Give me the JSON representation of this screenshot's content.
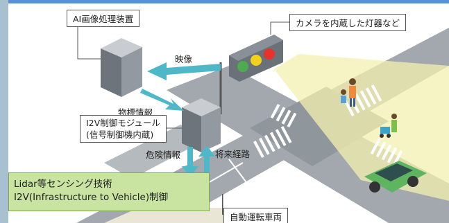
{
  "labels": {
    "ai_device": "AI画像処理装置",
    "camera_light": "カメラを内蔵した灯器など",
    "video": "映像",
    "object_info": "物標情報",
    "i2v_module": "I2V制御モジュール",
    "signal_controller": "(信号制御機内蔵)",
    "danger_info": "危険情報",
    "future_path": "将来経路",
    "autonomous_vehicle": "自動運転車両"
  },
  "callout": {
    "line1": "Lidar等センシング技術",
    "line2": "I2V(Infrastructure to Vehicle)制御"
  },
  "colors": {
    "frame_border_top": "#5b8fd6",
    "left_bar": "#a9c0d1",
    "arrow": "#4fb8c8",
    "road": "#9aa0a6",
    "light_beam": "#f3f0b0",
    "callout_bg": "#c8e4a0",
    "green_car": "#5fb55f",
    "signal_red": "#e8322a",
    "signal_yellow": "#f2d21a",
    "signal_green": "#4daa4d"
  }
}
